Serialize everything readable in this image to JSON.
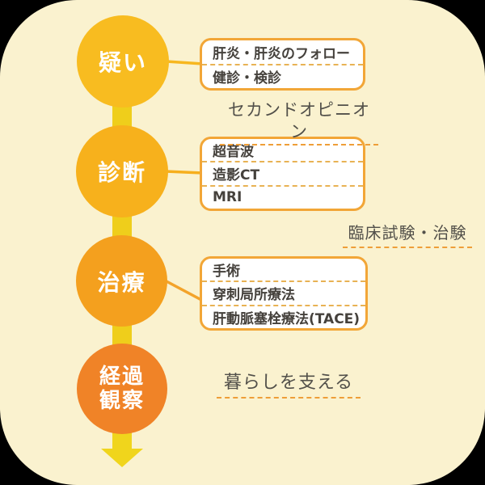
{
  "palette": {
    "outer_bg": "#000000",
    "panel_bg": "#FAF2CF",
    "circle_colors": [
      "#F8BC20",
      "#F7B11C",
      "#F4A01E",
      "#F08327"
    ],
    "spine_band": "#EFCE1B",
    "arrow": "#F0D51C",
    "box_border": "#F2A637",
    "box_bg": "#FFFFFF",
    "divider_dashed": "#E8B254",
    "note_underline": "#EE9E38",
    "box_text": "#45413C",
    "note_text": "#52504A",
    "circle_text": "#FFFFFF"
  },
  "flow": {
    "steps": [
      {
        "label": "疑い"
      },
      {
        "label": "診断"
      },
      {
        "label": "治療"
      },
      {
        "label": "経過観察",
        "lines": [
          "経過",
          "観察"
        ]
      }
    ]
  },
  "boxes": [
    {
      "items": [
        "肝炎・肝炎のフォロー",
        "健診・検診"
      ]
    },
    {
      "items": [
        "超音波",
        "造影CT",
        "MRI"
      ]
    },
    {
      "items": [
        "手術",
        "穿刺局所療法",
        "肝動脈塞栓療法(TACE)"
      ]
    }
  ],
  "notes": [
    {
      "text": "セカンドオピニオン"
    },
    {
      "text": "臨床試験・治験"
    },
    {
      "text": "暮らしを支える"
    }
  ]
}
